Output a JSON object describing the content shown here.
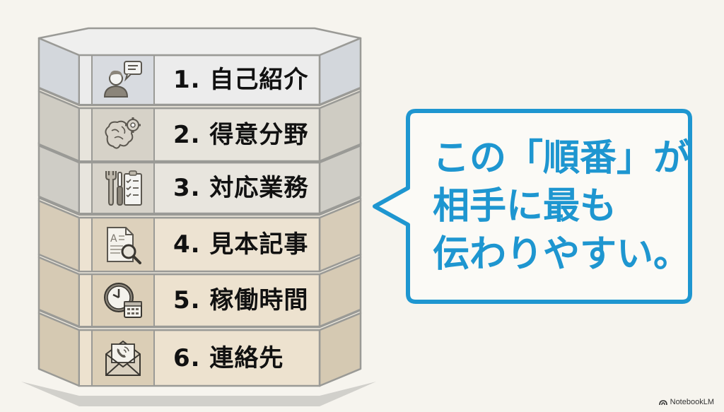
{
  "stack": {
    "tiers": [
      {
        "number": "1.",
        "label": "自己紹介",
        "text": "1. 自己紹介",
        "icon": "person-speech-icon",
        "face": "#ececec",
        "side": "#d3d7dc",
        "iconbg": "#d8dbe0"
      },
      {
        "number": "2.",
        "label": "得意分野",
        "text": "2. 得意分野",
        "icon": "brain-gear-icon",
        "face": "#e7e4dc",
        "side": "#cfccc3",
        "iconbg": "#d6d2c8"
      },
      {
        "number": "3.",
        "label": "対応業務",
        "text": "3. 対応業務",
        "icon": "tools-checklist-icon",
        "face": "#e8e5de",
        "side": "#cfcdc6",
        "iconbg": "#d7d3ca"
      },
      {
        "number": "4.",
        "label": "見本記事",
        "text": "4. 見本記事",
        "icon": "document-search-icon",
        "face": "#ede3d2",
        "side": "#d7ccb8",
        "iconbg": "#ddd1bc"
      },
      {
        "number": "5.",
        "label": "稼働時間",
        "text": "5. 稼働時間",
        "icon": "clock-calendar-icon",
        "face": "#ede2cf",
        "side": "#d6cab4",
        "iconbg": "#dccfb8"
      },
      {
        "number": "6.",
        "label": "連絡先",
        "text": "6. 連絡先",
        "icon": "envelope-phone-icon",
        "face": "#ede2cf",
        "side": "#d5c9b2",
        "iconbg": "#dbceb6"
      }
    ]
  },
  "callout": {
    "lines": [
      "この「順番」が",
      "相手に最も",
      "伝わりやすい。"
    ],
    "color": "#1e96d0"
  },
  "brand": {
    "label": "NotebookLM"
  }
}
